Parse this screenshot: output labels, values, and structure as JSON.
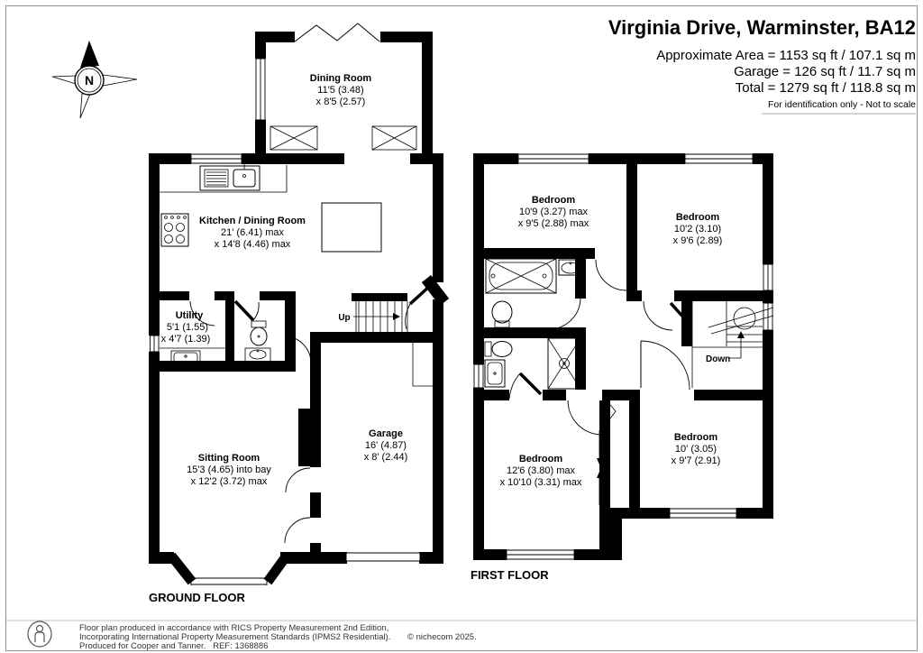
{
  "header": {
    "title": "Virginia Drive, Warminster, BA12",
    "line1": "Approximate Area = 1153 sq ft / 107.1 sq m",
    "line2": "Garage = 126 sq ft / 11.7 sq m",
    "line3": "Total = 1279 sq ft / 118.8 sq m",
    "disclaimer": "For identification only - Not to scale"
  },
  "compass": {
    "north": "N"
  },
  "ground_floor": {
    "label": "GROUND FLOOR",
    "stairs_label": "Up",
    "rooms": {
      "dining": {
        "name": "Dining Room",
        "dim1": "11'5 (3.48)",
        "dim2": "x 8'5 (2.57)"
      },
      "kitchen": {
        "name": "Kitchen / Dining Room",
        "dim1": "21' (6.41) max",
        "dim2": "x 14'8 (4.46) max"
      },
      "utility": {
        "name": "Utility",
        "dim1": "5'1 (1.55)",
        "dim2": "x 4'7 (1.39)"
      },
      "sitting": {
        "name": "Sitting Room",
        "dim1": "15'3 (4.65) into bay",
        "dim2": "x 12'2 (3.72) max"
      },
      "garage": {
        "name": "Garage",
        "dim1": "16' (4.87)",
        "dim2": "x 8' (2.44)"
      }
    }
  },
  "first_floor": {
    "label": "FIRST FLOOR",
    "stairs_label": "Down",
    "rooms": {
      "bedroom1": {
        "name": "Bedroom",
        "dim1": "10'9 (3.27) max",
        "dim2": "x 9'5 (2.88) max"
      },
      "bedroom2": {
        "name": "Bedroom",
        "dim1": "10'2 (3.10)",
        "dim2": "x 9'6 (2.89)"
      },
      "bedroom3": {
        "name": "Bedroom",
        "dim1": "12'6 (3.80) max",
        "dim2": "x 10'10 (3.31) max"
      },
      "bedroom4": {
        "name": "Bedroom",
        "dim1": "10' (3.05)",
        "dim2": "x 9'7 (2.91)"
      }
    }
  },
  "footer": {
    "line1": "Floor plan produced in accordance with RICS Property Measurement 2nd Edition,",
    "line2": "Incorporating International Property Measurement Standards (IPMS2 Residential).",
    "copyright": "© nichecom 2025.",
    "line3": "Produced for Cooper and Tanner.   REF: 1368886"
  },
  "colors": {
    "wall": "#000000",
    "background": "#ffffff",
    "border": "#999999"
  }
}
